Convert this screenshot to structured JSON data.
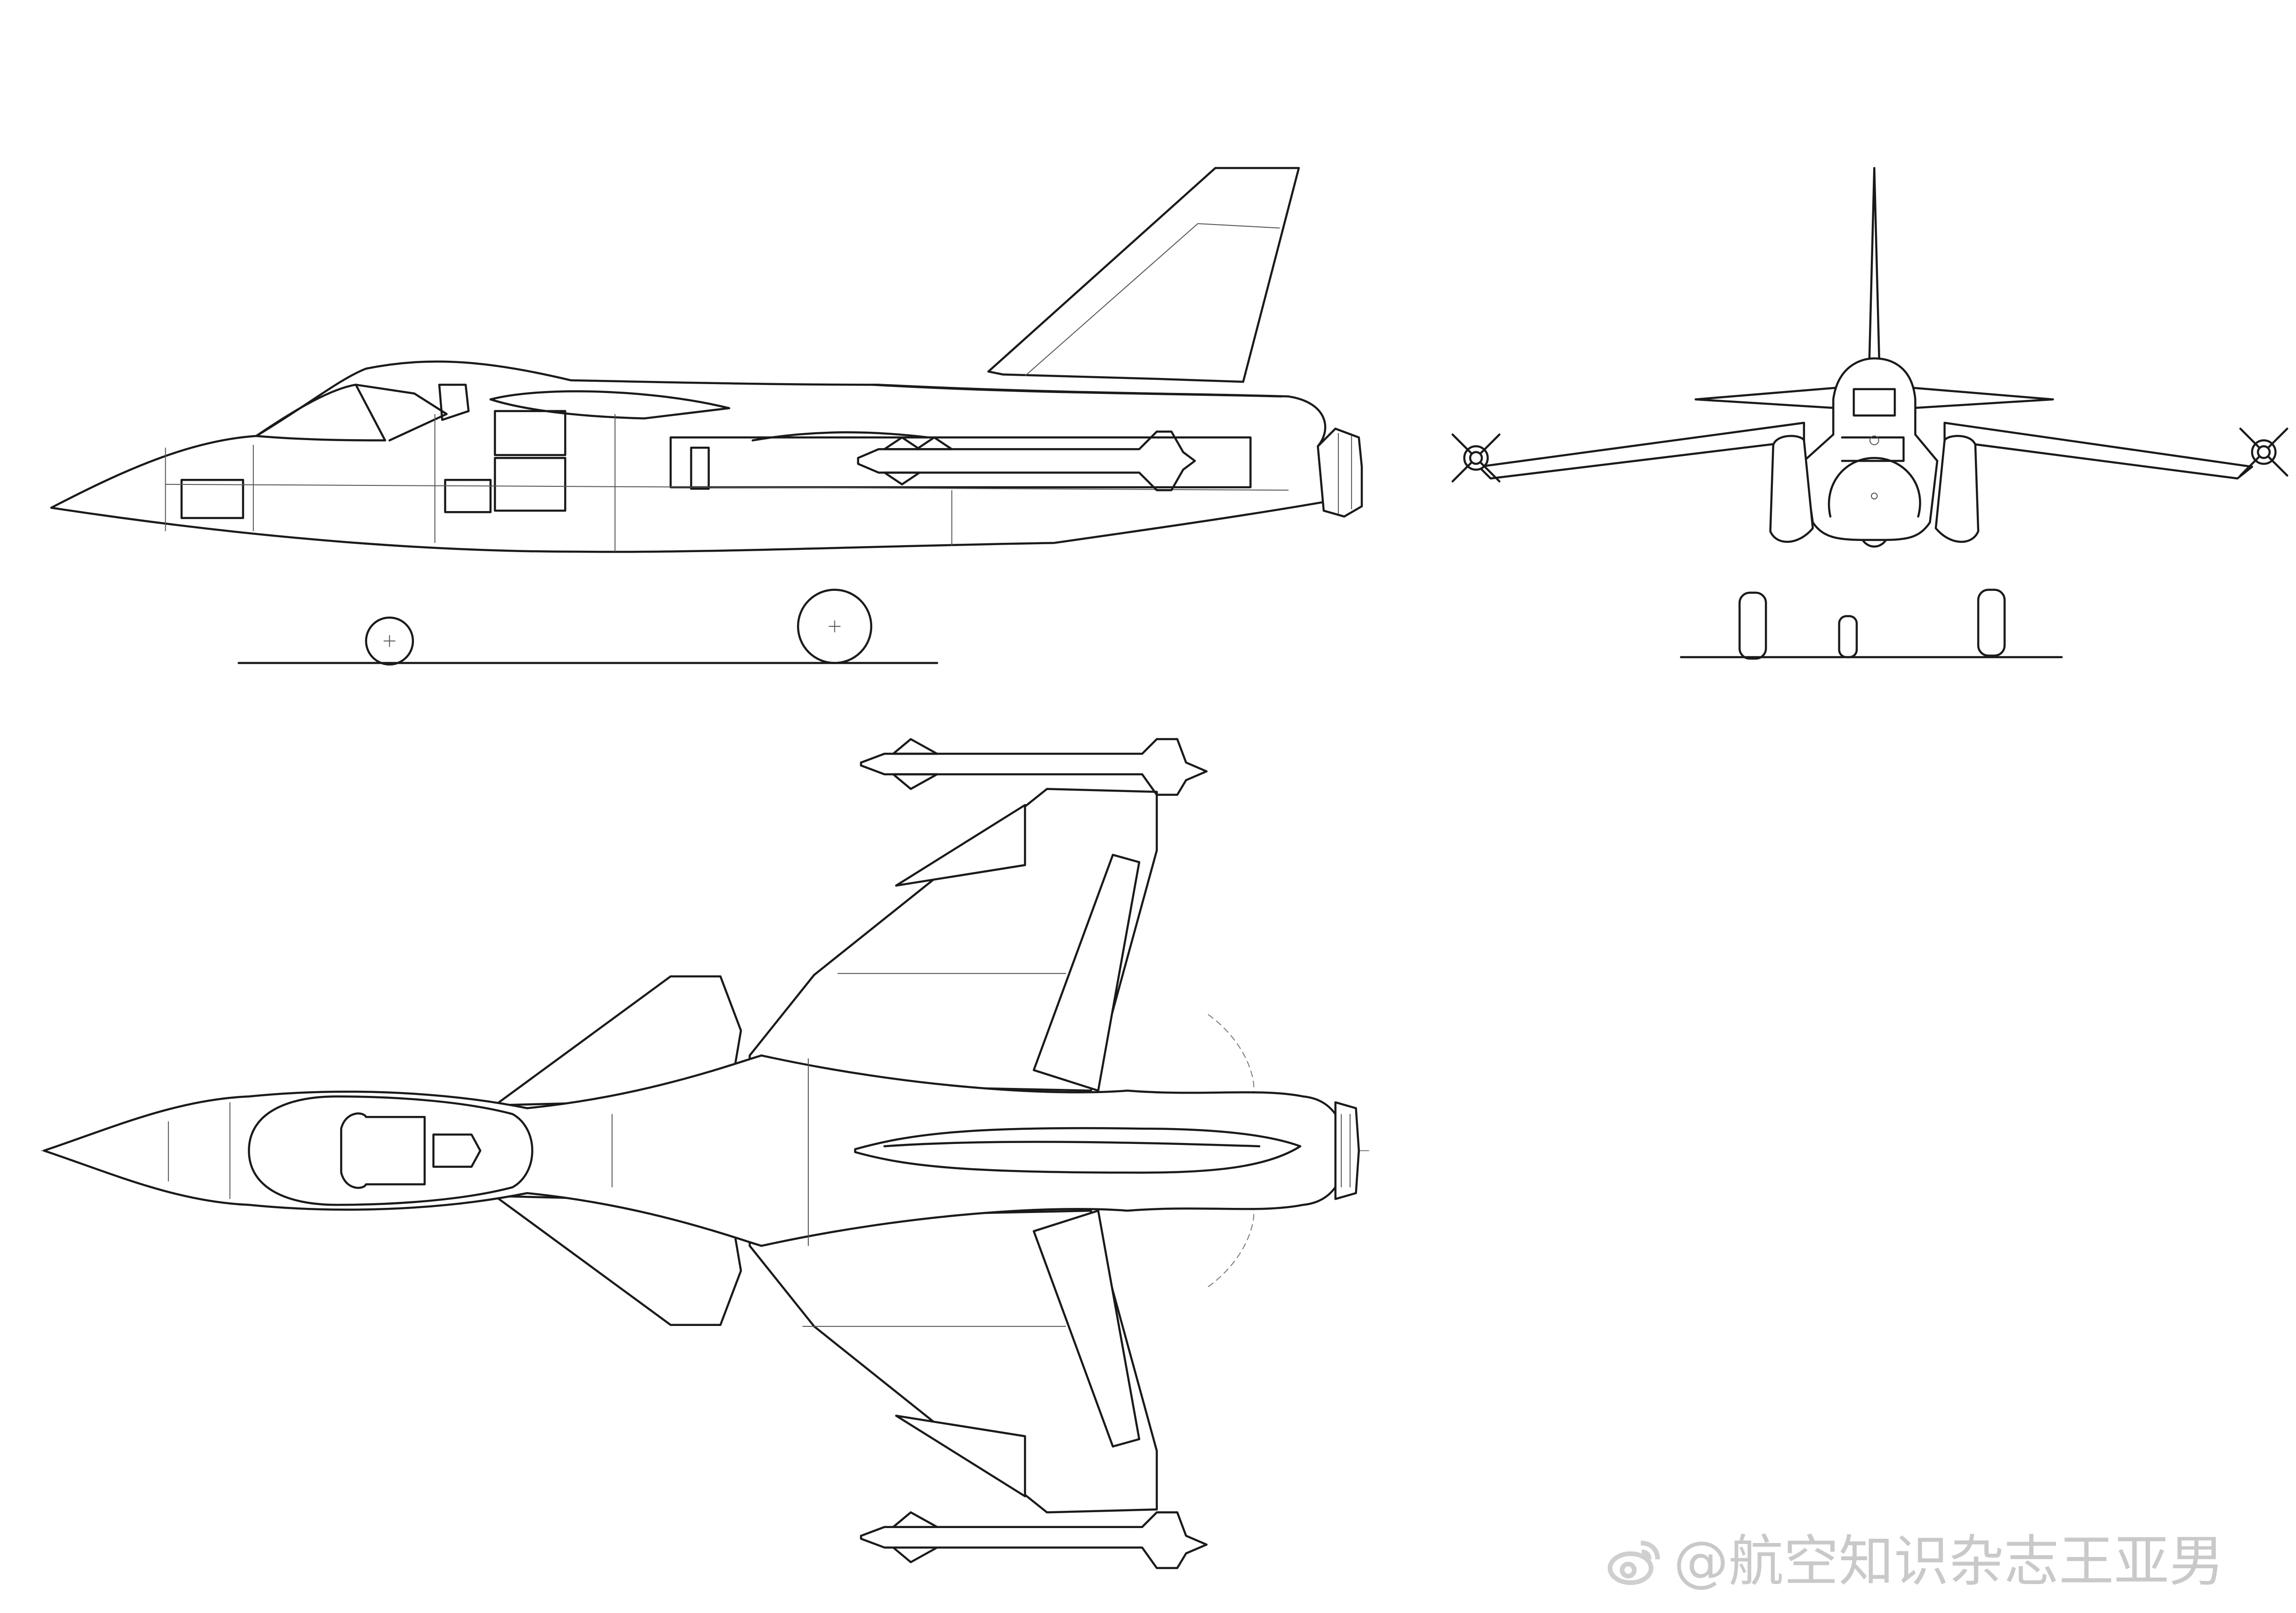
{
  "watermark": {
    "text": "@航空知识杂志王亚男",
    "icon": "weibo-logo-icon",
    "color": "#c9c9c9"
  },
  "drawing": {
    "views": [
      "side-view",
      "front-view",
      "plan-view"
    ],
    "line_color": "#1a1a1a",
    "background": "#ffffff"
  }
}
